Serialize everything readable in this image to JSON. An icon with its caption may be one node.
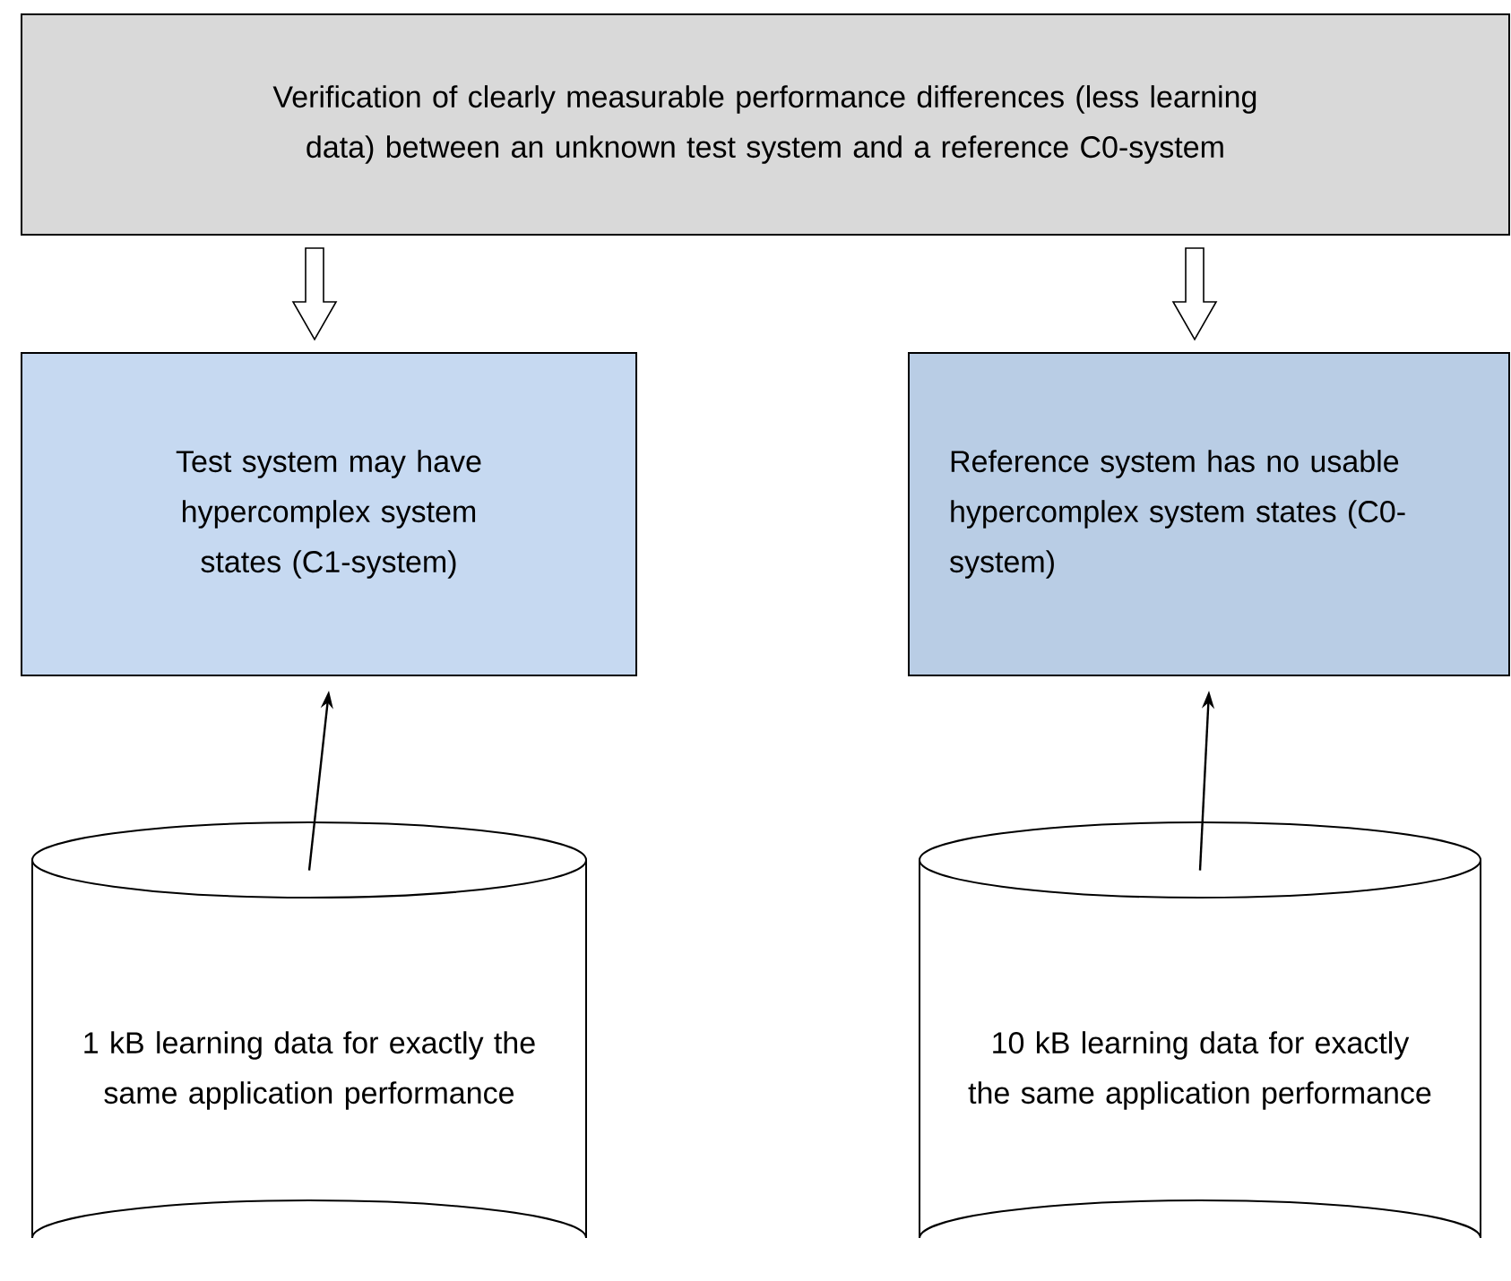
{
  "diagram": {
    "nodes": [
      {
        "text": [
          "Verification of clearly measurable performance differences (less learning data) between an unknown test system and a reference C0-system"
        ]
      },
      {
        "text": [
          "Test system may have hypercomplex system states (C1-system)"
        ]
      },
      {
        "text": [
          "Reference system has no usable hypercomplex system states (C0-system)"
        ]
      },
      {
        "text": [
          "1 kB learning data for exactly the same application performance"
        ]
      },
      {
        "text": [
          "10 kB learning data for exactly the same application performance"
        ]
      }
    ],
    "edges": [
      {
        "from": 0,
        "to": 1,
        "arrow": "to"
      },
      {
        "from": 0,
        "to": 2,
        "arrow": "to"
      },
      {
        "from": 3,
        "to": 1,
        "arrow": "to"
      },
      {
        "from": 4,
        "to": 2,
        "arrow": "to"
      }
    ]
  }
}
